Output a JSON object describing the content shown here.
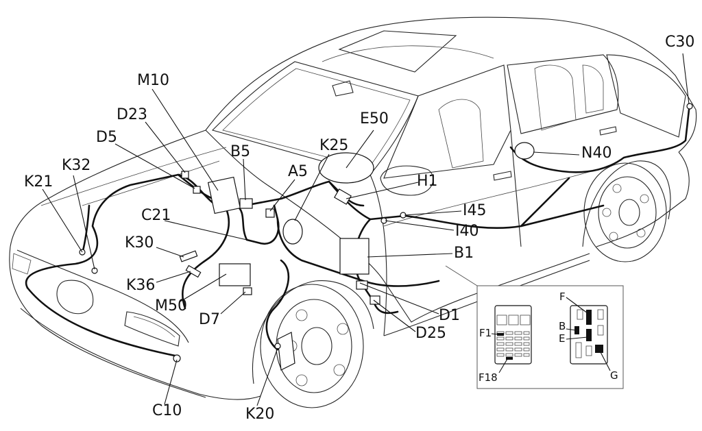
{
  "labels": {
    "m10": "M10",
    "d23": "D23",
    "d5": "D5",
    "k21": "K21",
    "k32": "K32",
    "b5": "B5",
    "a5": "A5",
    "k25": "K25",
    "e50": "E50",
    "h1": "H1",
    "c21": "C21",
    "k30": "K30",
    "k36": "K36",
    "m50": "M50",
    "d7": "D7",
    "c10": "C10",
    "k20": "K20",
    "d1": "D1",
    "d25": "D25",
    "b1": "B1",
    "i40": "I40",
    "i45": "I45",
    "n40": "N40",
    "c30": "C30"
  },
  "inset_labels": {
    "f1": "F1",
    "f18": "F18",
    "f": "F",
    "b": "B",
    "e": "E",
    "g": "G"
  }
}
